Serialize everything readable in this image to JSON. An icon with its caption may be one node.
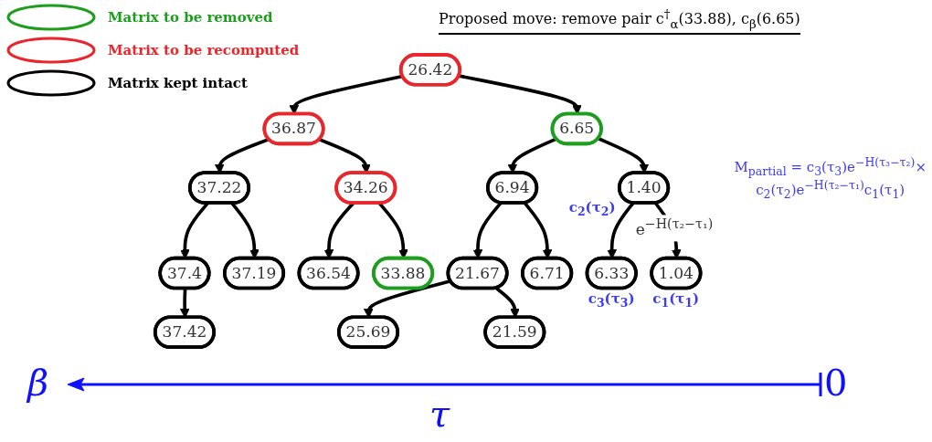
{
  "diagram": {
    "title": "Proposed move: remove pair c$^{†}$$_{α}$(33.88), c$_{β}$(6.65)",
    "nodes": [
      {
        "text": [
          "26.42"
        ]
      },
      {
        "text": [
          "36.87"
        ]
      },
      {
        "text": [
          "6.65"
        ]
      },
      {
        "text": [
          "37.22"
        ]
      },
      {
        "text": [
          "34.26"
        ]
      },
      {
        "text": [
          "6.94"
        ]
      },
      {
        "text": [
          "1.40"
        ],
        "beside": [
          "c$_{2}$(τ$_{2}$)"
        ]
      },
      {
        "text": [
          "37.4"
        ]
      },
      {
        "text": [
          "37.19"
        ]
      },
      {
        "text": [
          "36.54"
        ]
      },
      {
        "text": [
          "33.88"
        ]
      },
      {
        "text": [
          "21.67"
        ]
      },
      {
        "text": [
          "6.71"
        ]
      },
      {
        "text": [
          "6.33"
        ],
        "beside": [
          "c$_{3}$(τ$_{3}$)"
        ]
      },
      {
        "text": [
          "1.04"
        ],
        "beside": [
          "c$_{1}$(τ$_{1}$)"
        ]
      },
      {
        "text": [
          "37.42"
        ]
      },
      {
        "text": [
          "25.69"
        ]
      },
      {
        "text": [
          "21.59"
        ]
      }
    ],
    "edges": [
      {
        "from": 0,
        "to": 1,
        "arrow": "to"
      },
      {
        "from": 0,
        "to": 2,
        "arrow": "to"
      },
      {
        "from": 1,
        "to": 3,
        "arrow": "to"
      },
      {
        "from": 1,
        "to": 4,
        "arrow": "to"
      },
      {
        "from": 2,
        "to": 5,
        "arrow": "to"
      },
      {
        "from": 2,
        "to": 6,
        "arrow": "to"
      },
      {
        "from": 3,
        "to": 7,
        "arrow": "to"
      },
      {
        "from": 3,
        "to": 8,
        "arrow": "to"
      },
      {
        "from": 4,
        "to": 9,
        "arrow": "to"
      },
      {
        "from": 4,
        "to": 10,
        "arrow": "to"
      },
      {
        "from": 5,
        "to": 11,
        "arrow": "to"
      },
      {
        "from": 5,
        "to": 12,
        "arrow": "to"
      },
      {
        "from": 6,
        "to": 13,
        "arrow": "to"
      },
      {
        "from": 6,
        "to": 14,
        "arrow": "to",
        "label": "e$^{−H(τ₂−τ₁)}$"
      },
      {
        "from": 7,
        "to": 15,
        "arrow": "to"
      },
      {
        "from": 11,
        "to": 16,
        "arrow": "to"
      },
      {
        "from": 11,
        "to": 17,
        "arrow": "to"
      }
    ],
    "labels": [
      "M$_{partial}$ = c$_{3}$(τ$_{3}$)e$^{−H(τ₃−τ₂)}$×",
      "c$_{2}$(τ$_{2}$)e$^{−H(τ₂−τ₁)}$c$_{1}$(τ$_{1}$)",
      "β",
      "0",
      "τ"
    ],
    "legend": [
      {
        "text": "Matrix to be removed",
        "color": "#1e9e1e"
      },
      {
        "text": "Matrix to be recomputed",
        "color": "#e8262b"
      },
      {
        "text": "Matrix kept intact",
        "color": "#000000"
      }
    ]
  }
}
